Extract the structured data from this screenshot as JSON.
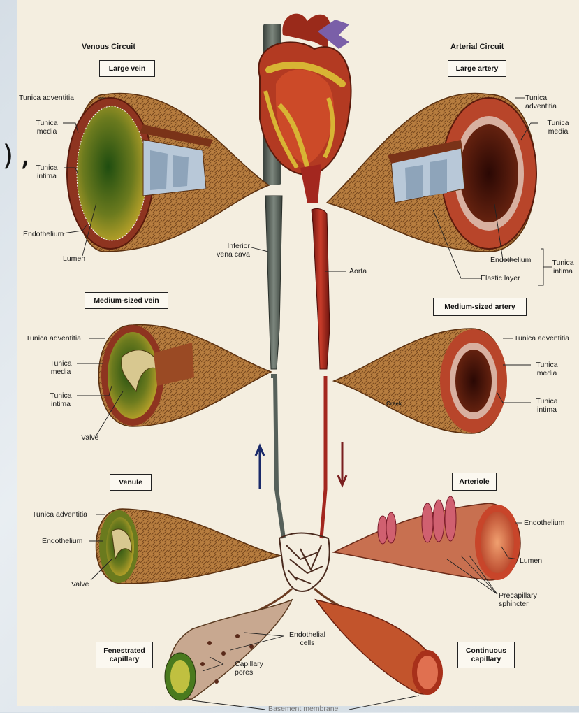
{
  "left_fragment": "),",
  "venous": {
    "title": "Venous Circuit",
    "large_vein": {
      "box": "Large vein",
      "tunica_adventitia": "Tunica adventitia",
      "tunica_media": "Tunica\nmedia",
      "tunica_intima": "Tunica\nintima",
      "endothelium": "Endothelium",
      "lumen": "Lumen"
    },
    "medium_vein": {
      "box": "Medium-sized vein",
      "tunica_adventitia": "Tunica adventitia",
      "tunica_media": "Tunica\nmedia",
      "tunica_intima": "Tunica\nintima",
      "valve": "Valve"
    },
    "venule": {
      "box": "Venule",
      "tunica_adventitia": "Tunica adventitia",
      "endothelium": "Endothelium",
      "valve": "Valve"
    }
  },
  "arterial": {
    "title": "Arterial Circuit",
    "large_artery": {
      "box": "Large artery",
      "tunica_adventitia": "Tunica adventitia",
      "tunica_media": "Tunica\nmedia",
      "endothelium": "Endothelium",
      "elastic_layer": "Elastic layer",
      "tunica_intima": "Tunica\nintima"
    },
    "medium_artery": {
      "box": "Medium-sized artery",
      "tunica_adventitia": "Tunica adventitia",
      "tunica_media": "Tunica\nmedia",
      "tunica_intima": "Tunica\nintima",
      "creek": "Creek"
    },
    "arteriole": {
      "box": "Arteriole",
      "endothelium": "Endothelium",
      "lumen": "Lumen",
      "precapillary": "Precapillary\nsphincter"
    }
  },
  "center": {
    "ivc": "Inferior\nvena cava",
    "aorta": "Aorta"
  },
  "capillaries": {
    "fenestrated": "Fenestrated\ncapillary",
    "continuous": "Continuous\ncapillary",
    "endothelial_cells": "Endothelial\ncells",
    "capillary_pores": "Capillary\npores",
    "basement_membrane": "Basement membrane"
  },
  "colors": {
    "vein": "#56605a",
    "artery": "#a3271f",
    "adventitia": "#b27a3c",
    "media": "#8a3a22",
    "vein_lumen": "#6e7a1e",
    "artery_lumen": "#3a1008",
    "valve": "#b8c8d8",
    "heart": "#b33a22",
    "fat": "#d8b434"
  }
}
